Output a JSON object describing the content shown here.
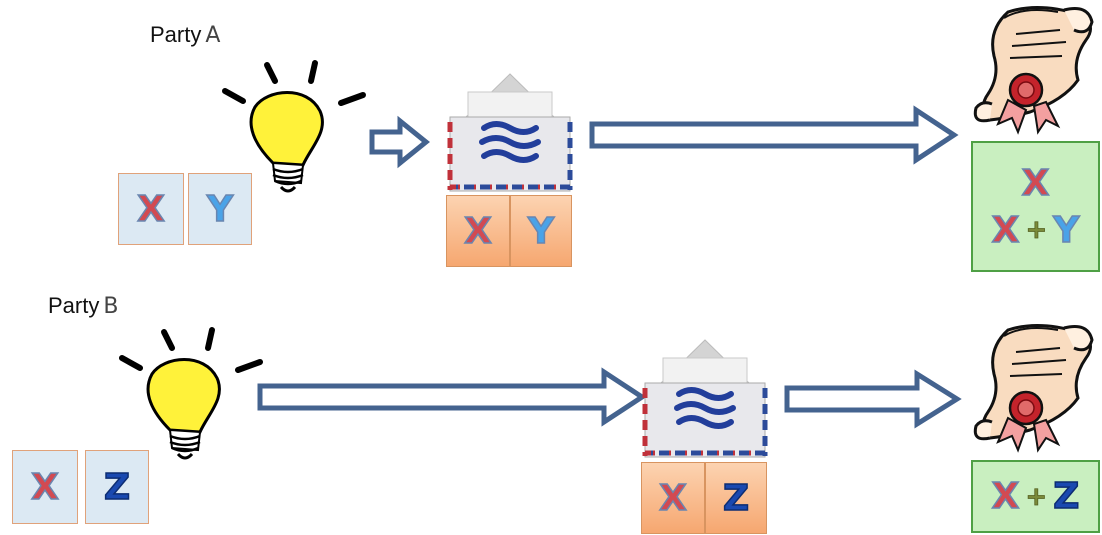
{
  "party_a": {
    "label": "Party",
    "letter": "A",
    "idea_items": [
      "X",
      "Y"
    ],
    "envelope_items": [
      "X",
      "Y"
    ],
    "result": {
      "line1": "X",
      "line2": [
        "X",
        "+",
        "Y"
      ]
    }
  },
  "party_b": {
    "label": "Party",
    "letter": "B",
    "idea_items": [
      "X",
      "Z"
    ],
    "envelope_items": [
      "X",
      "Z"
    ],
    "result": {
      "line1": [
        "X",
        "+",
        "Z"
      ]
    }
  },
  "colors": {
    "arrow_fill": "#ffffff",
    "arrow_stroke": "#44638f",
    "idea_box": "#dce9f3",
    "envelope_box": "#f6a770",
    "result_box": "#c9efc0",
    "bulb": "#fff23a"
  },
  "icons": [
    "lightbulb-icon",
    "envelope-icon",
    "scroll-icon",
    "arrow-right-icon"
  ]
}
